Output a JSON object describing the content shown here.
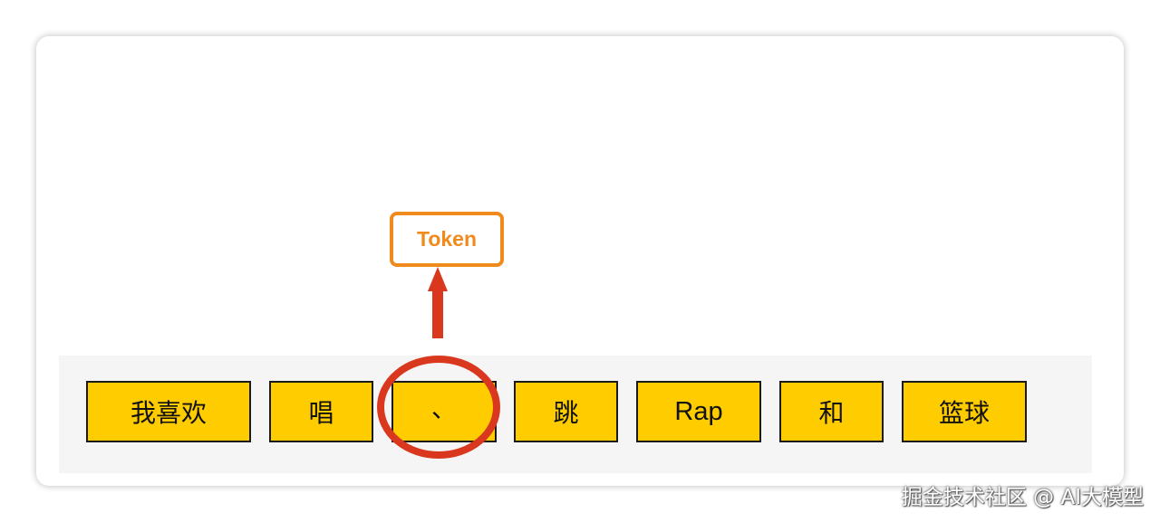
{
  "diagram": {
    "label": "Token",
    "tokens": [
      {
        "text": "我喜欢"
      },
      {
        "text": "唱"
      },
      {
        "text": "、"
      },
      {
        "text": "跳"
      },
      {
        "text": "Rap"
      },
      {
        "text": "和"
      },
      {
        "text": "篮球"
      }
    ],
    "highlighted_token_index": 2
  },
  "watermark": "掘金技术社区 @ AI大模型",
  "colors": {
    "token_fill": "#ffcc00",
    "token_border": "#1a1a1a",
    "label_accent": "#f08a1c",
    "highlight_circle": "#d9381e",
    "arrow": "#d9381e",
    "band": "#f5f5f5"
  }
}
